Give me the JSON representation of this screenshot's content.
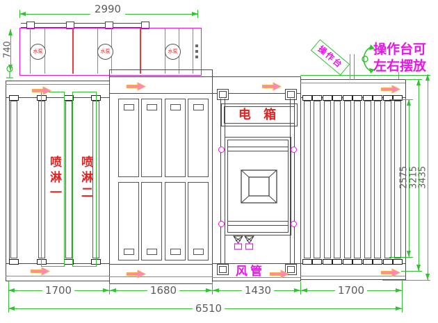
{
  "drawing": {
    "pump_box": {
      "pump_label": "水泵"
    },
    "spray_zone_1": "喷淋一",
    "spray_zone_2": "喷淋二",
    "electric_box": "电 箱",
    "air_duct": "风管",
    "console_box": "操作台",
    "console_note1": "操作台可",
    "console_note2": "左右摆放"
  },
  "dimensions": {
    "top_width": "2990",
    "pump_height": "740",
    "bottom_seg1": "1700",
    "bottom_seg2": "1680",
    "bottom_seg3": "1430",
    "bottom_seg4": "1700",
    "total_width": "6510",
    "right_inner": "2575",
    "right_middle": "3215",
    "right_outer": "3435"
  },
  "colors": {
    "dimension_green": "#2dc42d",
    "annotation_magenta": "#e816e8",
    "label_red": "#e32222",
    "flow_arrow_pink": "#ff85c2",
    "flow_arrow_outline": "#ffae42",
    "line_gray": "#4a4a4a"
  }
}
